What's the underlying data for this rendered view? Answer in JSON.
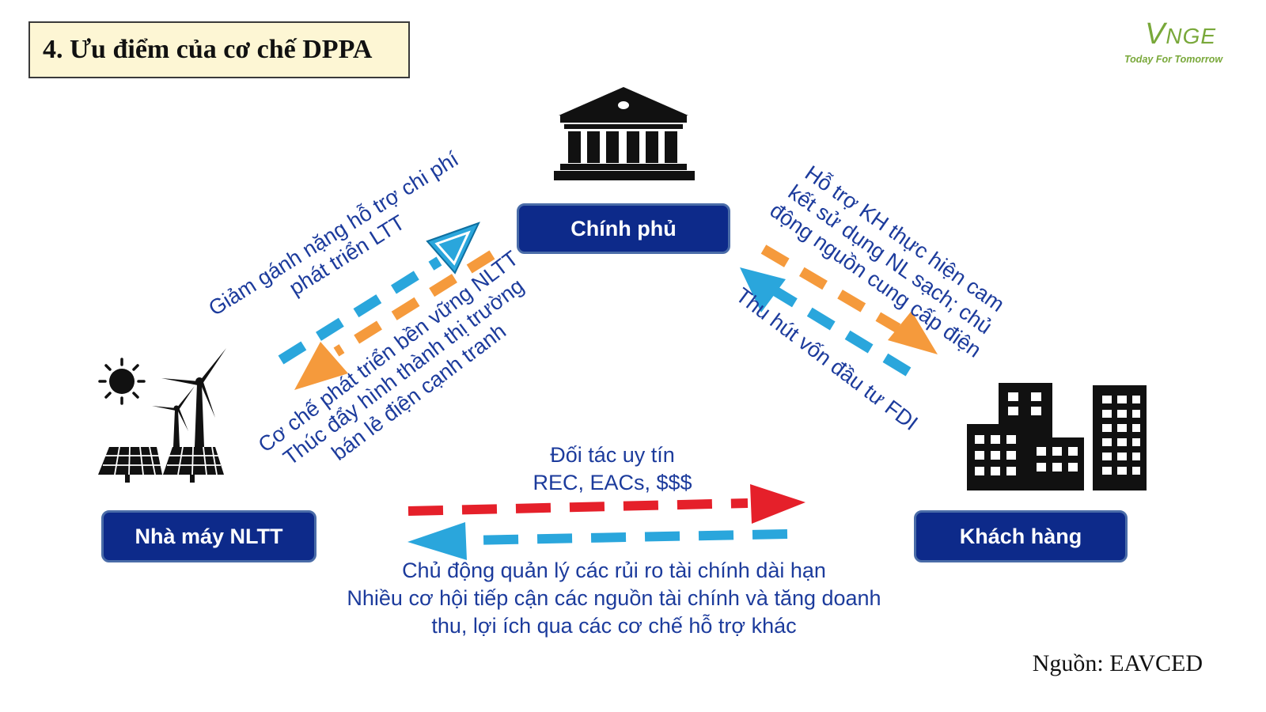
{
  "title": "4. Ưu điểm của cơ chế DPPA",
  "logo": {
    "mark_v": "V",
    "mark_rest": "NGE",
    "tagline": "Today For Tomorrow"
  },
  "nodes": {
    "government": "Chính phủ",
    "plant": "Nhà máy NLTT",
    "customer": "Khách hàng"
  },
  "left_edge": {
    "upper": [
      "Giảm gánh nặng hỗ trợ chi phí",
      "phát triển LTT"
    ],
    "lower": [
      "Cơ chế phát triển bền vững NLTT",
      "Thúc đẩy hình thành thị trường",
      "bán lẻ điện cạnh tranh"
    ]
  },
  "right_edge": {
    "upper": [
      "Hỗ trợ KH thực hiện cam",
      "kết sử dụng NL sạch; chủ",
      "động nguồn cung cấp điện"
    ],
    "lower": [
      "Thu hút vốn đầu tư FDI"
    ]
  },
  "bottom_edge": {
    "upper": [
      "Đối tác uy tín",
      "REC, EACs, $$$"
    ],
    "lower": [
      "Chủ động quản lý các rủi ro tài chính dài hạn",
      "Nhiều cơ hội tiếp cận các nguồn tài chính và tăng doanh",
      "thu, lợi ích qua các cơ chế hỗ trợ khác"
    ]
  },
  "source": "Nguồn: EAVCED",
  "colors": {
    "node_fill": "#0d2a8a",
    "text_blue": "#1c3b9c",
    "arrow_cyan": "#2aa6dc",
    "arrow_orange": "#f59a3c",
    "arrow_red": "#e5202a",
    "title_fill": "#fdf6d4"
  }
}
